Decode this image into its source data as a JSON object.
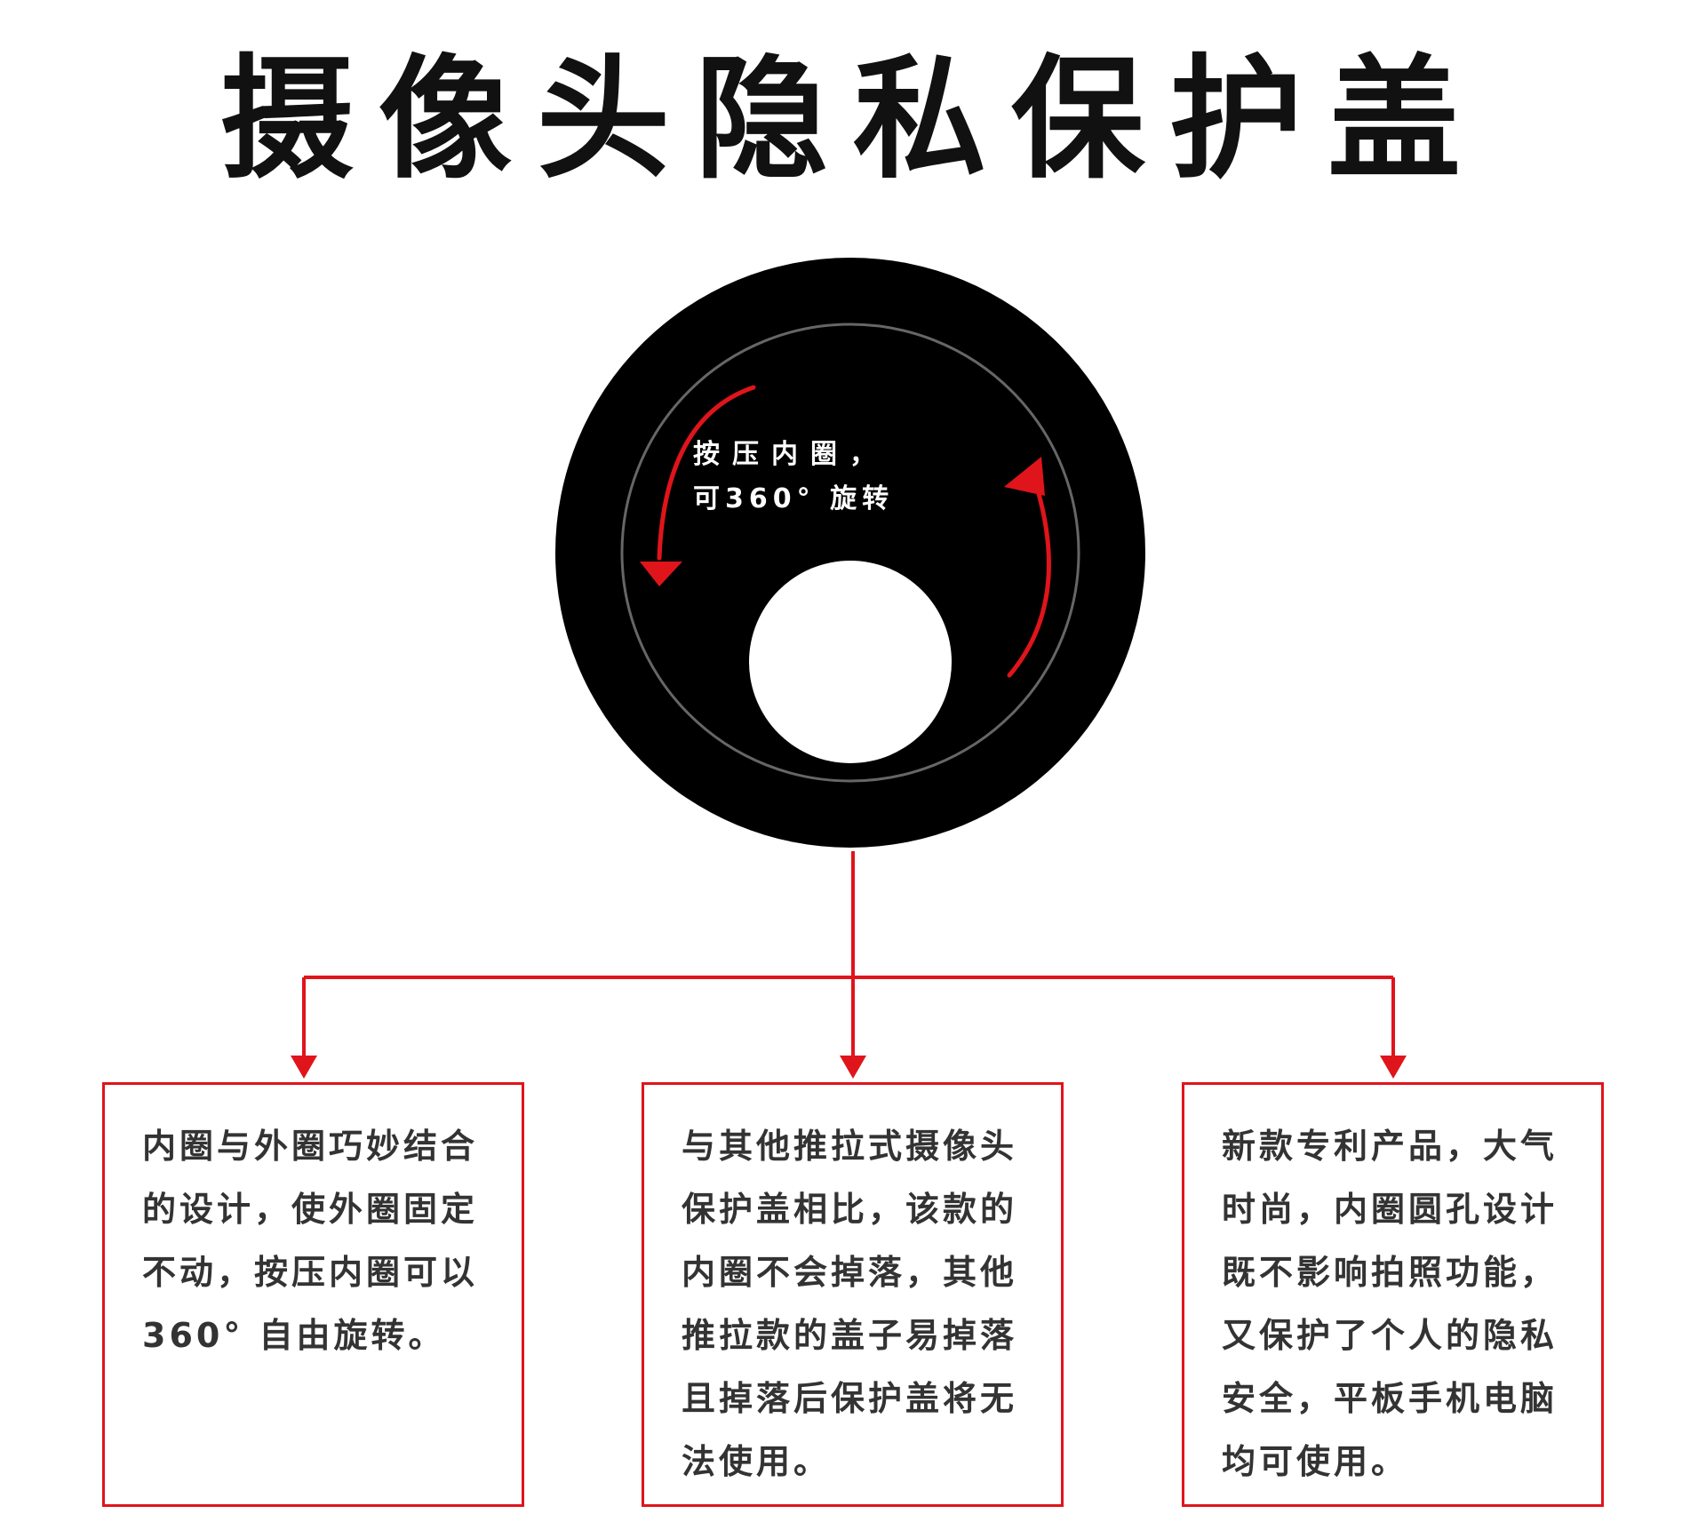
{
  "title": "摄像头隐私保护盖",
  "lid_label": {
    "line1": "按压内圈，",
    "line2": "可360° 旋转"
  },
  "features": [
    {
      "text": "内圈与外圈巧妙结合的设计，使外圈固定不动，按压内圈可以360° 自由旋转。"
    },
    {
      "text": "与其他推拉式摄像头保护盖相比，该款的内圈不会掉落，其他推拉款的盖子易掉落且掉落后保护盖将无法使用。"
    },
    {
      "text": "新款专利产品，大气时尚，内圈圆孔设计既不影响拍照功能，又保护了个人的隐私安全，平板手机电脑均可使用。"
    }
  ],
  "colors": {
    "accent": "#e0141b",
    "lid": "#000000",
    "ring": "#666666",
    "text": "#333333"
  },
  "icons": {
    "rotate_arrows": "curved-rotation-arrows"
  }
}
